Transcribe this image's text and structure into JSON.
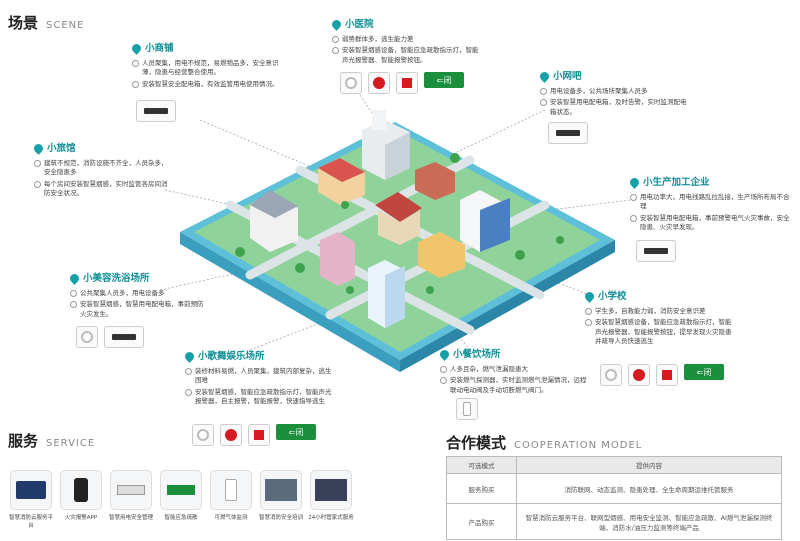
{
  "scene": {
    "zh": "场景",
    "en": "SCENE"
  },
  "service": {
    "zh": "服务",
    "en": "SERVICE"
  },
  "coop": {
    "zh": "合作模式",
    "en": "COOPERATION MODEL"
  },
  "cards": {
    "shop": {
      "name": "小商铺",
      "l1": "人员聚集，用电不规范，易燃物品多，安全意识薄，隐患与经营整合使用。",
      "l2": "安装智慧安全配电箱，有效监管用电使用情况。"
    },
    "clinic": {
      "name": "小医院",
      "l1": "弱势群体多，逃生能力差",
      "l2": "安装智慧烟感设备，智能应急疏散指示灯，智能声光报警器、智能报警按钮。"
    },
    "netbar": {
      "name": "小网吧",
      "l1": "用电设备多，公共场所聚集人员多",
      "l2": "安装智慧用电配电箱，及时告警，实时监测配电箱状态。"
    },
    "hotel": {
      "name": "小旅馆",
      "l1": "建筑不规范，消防设施不齐全，人员杂多，安全隐患多",
      "l2": "每个房间安装智慧烟感，实时监管各房间消防安全状况。"
    },
    "factory": {
      "name": "小生产加工企业",
      "l1": "用电功率大，用电线路乱拉乱接，生产场所布局不合理",
      "l2": "安装智慧用电配电箱，事前预警电气火灾事故，安全隐患、火灾早发现。"
    },
    "beauty": {
      "name": "小美容洗浴场所",
      "l1": "公共聚集人员多，用电设备多",
      "l2": "安装智慧烟感，智慧用电配电箱，事前预防火灾发生。"
    },
    "school": {
      "name": "小学校",
      "l1": "学生多，自救能力弱，消防安全意识差",
      "l2": "安装智慧烟感设备，智能应急疏散指示灯，智能声光报警器，智能报警按钮，提早发现火灾隐患并疏导人员快速逃生"
    },
    "ktv": {
      "name": "小歌舞娱乐场所",
      "l1": "装修材料易燃，人员聚集，建筑内部复杂，逃生困难",
      "l2": "安装智慧烟感，智能应急疏散指示灯，智能声光报警器，自主报警，智能报警，快速指导逃生"
    },
    "food": {
      "name": "小餐饮场所",
      "l1": "人多且杂，燃气泄漏隐患大",
      "l2": "安装燃气探测器，实时监测燃气泄漏情况，远程联动电动阀及手动切断燃气阀门。"
    }
  },
  "exit_label": "闭",
  "services": [
    "智慧消防云服务平台",
    "火灾报警APP",
    "智慧用电安全管理",
    "智能应急疏散",
    "可燃气体监测",
    "智慧消防安全培训",
    "24小时管家式服务"
  ],
  "coop_table": {
    "headers": [
      "可选模式",
      "提供内容"
    ],
    "rows": [
      {
        "mode": "服务购买",
        "content": "消防联网、动态监测、隐患处理、全生命周期运维托管服务"
      },
      {
        "mode": "产品购买",
        "content": "智慧消防云服务平台、联网型烟感、用电安全监测、智能应急疏散、AI燃气泄漏探测终端、消防水/油压力监测等终端产品"
      }
    ]
  },
  "colors": {
    "accent": "#0f8e96",
    "red": "#d71920",
    "exit_green": "#1c8f3c"
  }
}
